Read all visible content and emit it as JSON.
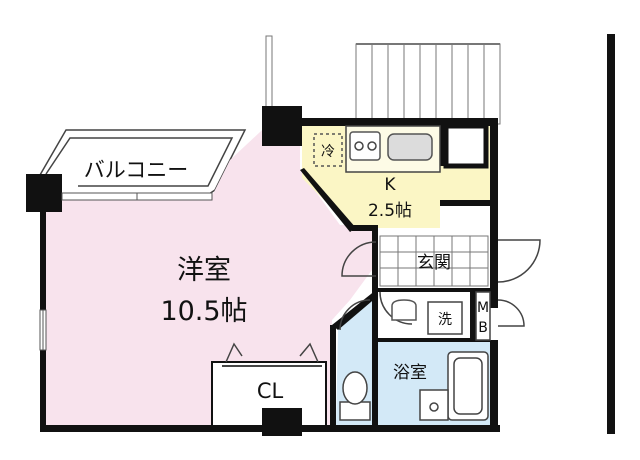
{
  "rooms": {
    "western": {
      "name": "洋室",
      "size": "10.5帖"
    },
    "kitchen": {
      "name": "K",
      "size": "2.5帖"
    },
    "balcony": {
      "name": "バルコニー"
    },
    "entrance": {
      "name": "玄関"
    },
    "closet": {
      "name": "CL"
    },
    "bath": {
      "name": "浴室"
    },
    "washer": {
      "name": "洗"
    },
    "meter_box": {
      "top": "M",
      "bottom": "B"
    },
    "fridge": {
      "name": "冷"
    }
  },
  "colors": {
    "western_room": "#f8e3ed",
    "kitchen": "#fbf6c5",
    "bath": "#d3e9f7",
    "wall": "#111111"
  }
}
